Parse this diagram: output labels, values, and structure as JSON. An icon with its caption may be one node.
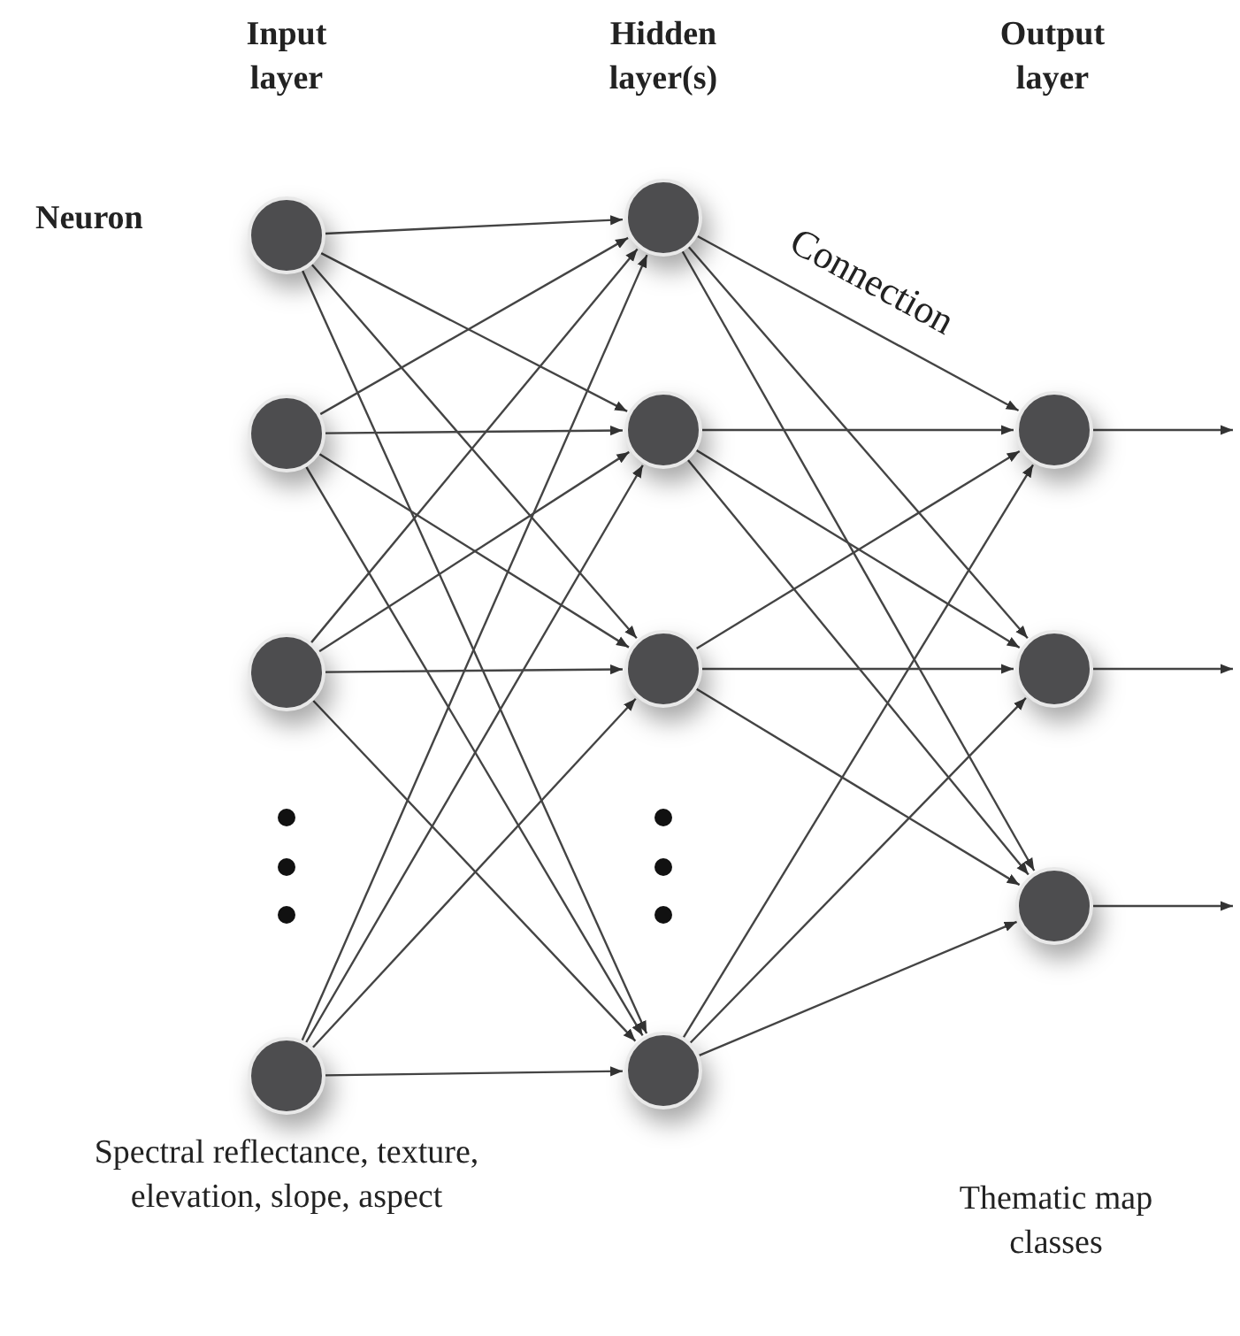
{
  "diagram": {
    "nodes": [
      {
        "text": [],
        "shape": "circle"
      },
      {
        "text": [],
        "shape": "circle"
      },
      {
        "text": [],
        "shape": "circle"
      },
      {
        "text": [],
        "shape": "circle"
      },
      {
        "text": [],
        "shape": "circle"
      },
      {
        "text": [],
        "shape": "circle"
      },
      {
        "text": [],
        "shape": "circle"
      },
      {
        "text": [],
        "shape": "circle"
      },
      {
        "text": [],
        "shape": "circle"
      },
      {
        "text": [],
        "shape": "circle"
      },
      {
        "text": [],
        "shape": "circle"
      }
    ],
    "edges": [
      {
        "from": 0,
        "to": 4,
        "arrow": "to"
      },
      {
        "from": 0,
        "to": 5,
        "arrow": "to"
      },
      {
        "from": 0,
        "to": 6,
        "arrow": "to"
      },
      {
        "from": 0,
        "to": 7,
        "arrow": "to"
      },
      {
        "from": 1,
        "to": 4,
        "arrow": "to"
      },
      {
        "from": 1,
        "to": 5,
        "arrow": "to"
      },
      {
        "from": 1,
        "to": 6,
        "arrow": "to"
      },
      {
        "from": 1,
        "to": 7,
        "arrow": "to"
      },
      {
        "from": 2,
        "to": 4,
        "arrow": "to"
      },
      {
        "from": 2,
        "to": 5,
        "arrow": "to"
      },
      {
        "from": 2,
        "to": 6,
        "arrow": "to"
      },
      {
        "from": 2,
        "to": 7,
        "arrow": "to"
      },
      {
        "from": 3,
        "to": 4,
        "arrow": "to"
      },
      {
        "from": 3,
        "to": 5,
        "arrow": "to"
      },
      {
        "from": 3,
        "to": 6,
        "arrow": "to"
      },
      {
        "from": 3,
        "to": 7,
        "arrow": "to"
      },
      {
        "from": 4,
        "to": 8,
        "arrow": "to",
        "label": "Connection"
      },
      {
        "from": 4,
        "to": 9,
        "arrow": "to"
      },
      {
        "from": 4,
        "to": 10,
        "arrow": "to"
      },
      {
        "from": 5,
        "to": 8,
        "arrow": "to"
      },
      {
        "from": 5,
        "to": 9,
        "arrow": "to"
      },
      {
        "from": 5,
        "to": 10,
        "arrow": "to"
      },
      {
        "from": 6,
        "to": 8,
        "arrow": "to"
      },
      {
        "from": 6,
        "to": 9,
        "arrow": "to"
      },
      {
        "from": 6,
        "to": 10,
        "arrow": "to"
      },
      {
        "from": 7,
        "to": 8,
        "arrow": "to"
      },
      {
        "from": 7,
        "to": 9,
        "arrow": "to"
      },
      {
        "from": 7,
        "to": 10,
        "arrow": "to"
      },
      {
        "from": 8,
        "to": null,
        "arrow": "to"
      },
      {
        "from": 9,
        "to": null,
        "arrow": "to"
      },
      {
        "from": 10,
        "to": null,
        "arrow": "to"
      }
    ],
    "labels": [
      "Input layer",
      "Hidden layer(s)",
      "Output layer",
      "Neuron",
      "Spectral reflectance, texture, elevation, slope, aspect",
      "Thematic map classes"
    ]
  }
}
